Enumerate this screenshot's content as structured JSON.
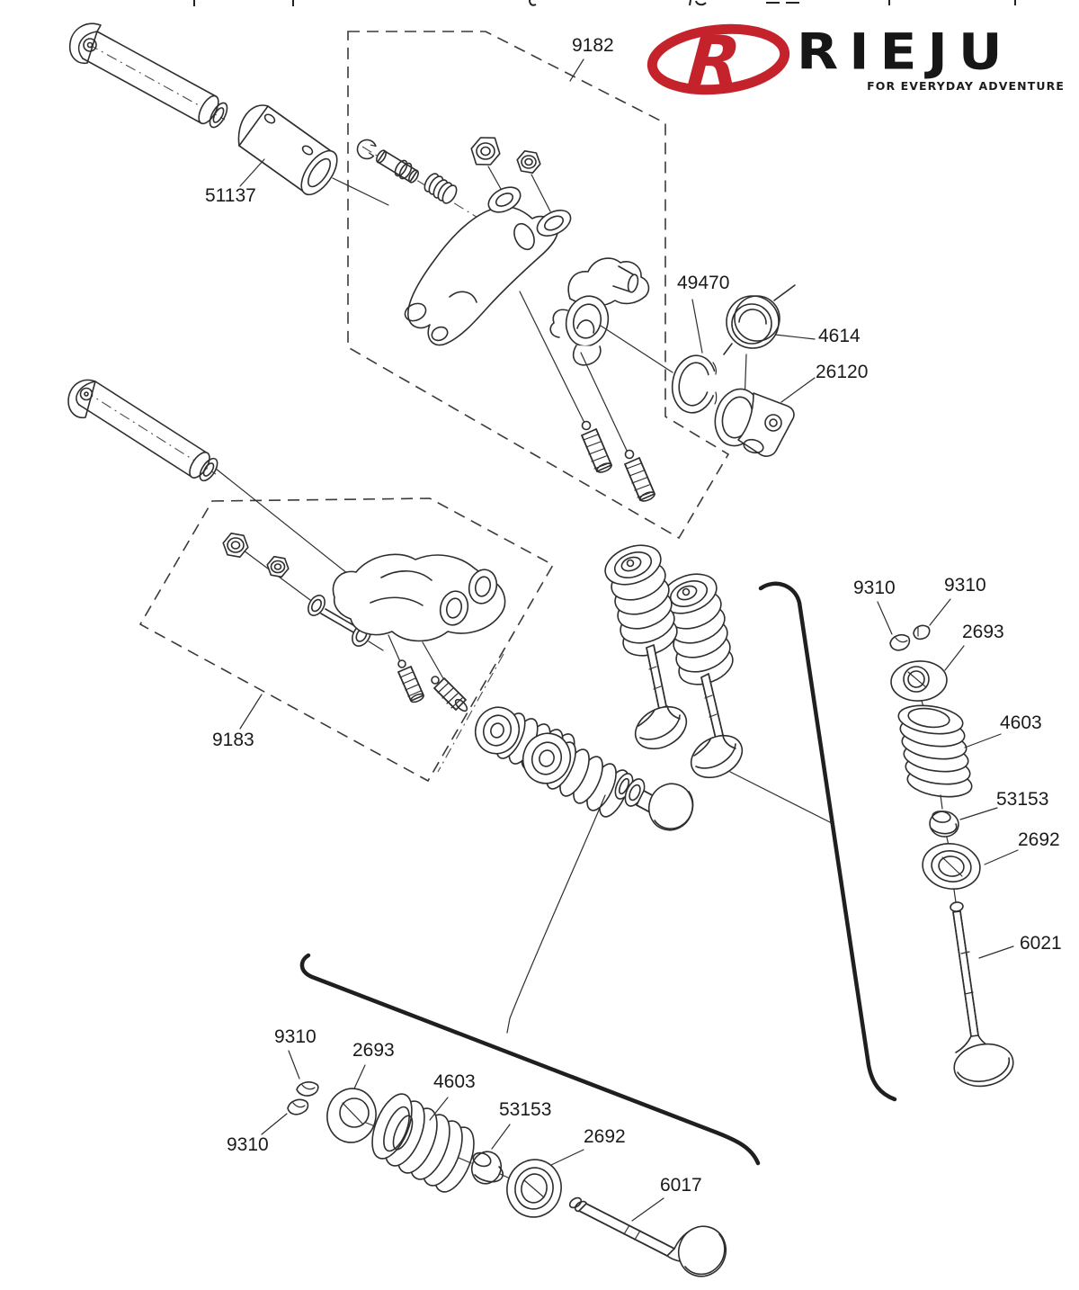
{
  "logo": {
    "brand": "RIEJU",
    "tagline": "FOR EVERYDAY ADVENTURE",
    "emblem_letter": "R",
    "accent_red": "#c4232b",
    "text_color": "#161616"
  },
  "diagram": {
    "line_color": "#2e2e2e",
    "dashed_group_boxes": [
      "9182",
      "9183"
    ],
    "labels": [
      {
        "id": "9182",
        "text": "9182"
      },
      {
        "id": "51137",
        "text": "51137"
      },
      {
        "id": "49470",
        "text": "49470"
      },
      {
        "id": "4614",
        "text": "4614"
      },
      {
        "id": "26120",
        "text": "26120"
      },
      {
        "id": "9183",
        "text": "9183"
      },
      {
        "id": "9310-r1",
        "text": "9310"
      },
      {
        "id": "9310-r2",
        "text": "9310"
      },
      {
        "id": "2693-r",
        "text": "2693"
      },
      {
        "id": "4603-r",
        "text": "4603"
      },
      {
        "id": "53153-r",
        "text": "53153"
      },
      {
        "id": "2692-r",
        "text": "2692"
      },
      {
        "id": "6021",
        "text": "6021"
      },
      {
        "id": "9310-b1",
        "text": "9310"
      },
      {
        "id": "2693-b",
        "text": "2693"
      },
      {
        "id": "4603-b",
        "text": "4603"
      },
      {
        "id": "53153-b",
        "text": "53153"
      },
      {
        "id": "9310-b2",
        "text": "9310"
      },
      {
        "id": "2692-b",
        "text": "2692"
      },
      {
        "id": "6017",
        "text": "6017"
      }
    ]
  }
}
